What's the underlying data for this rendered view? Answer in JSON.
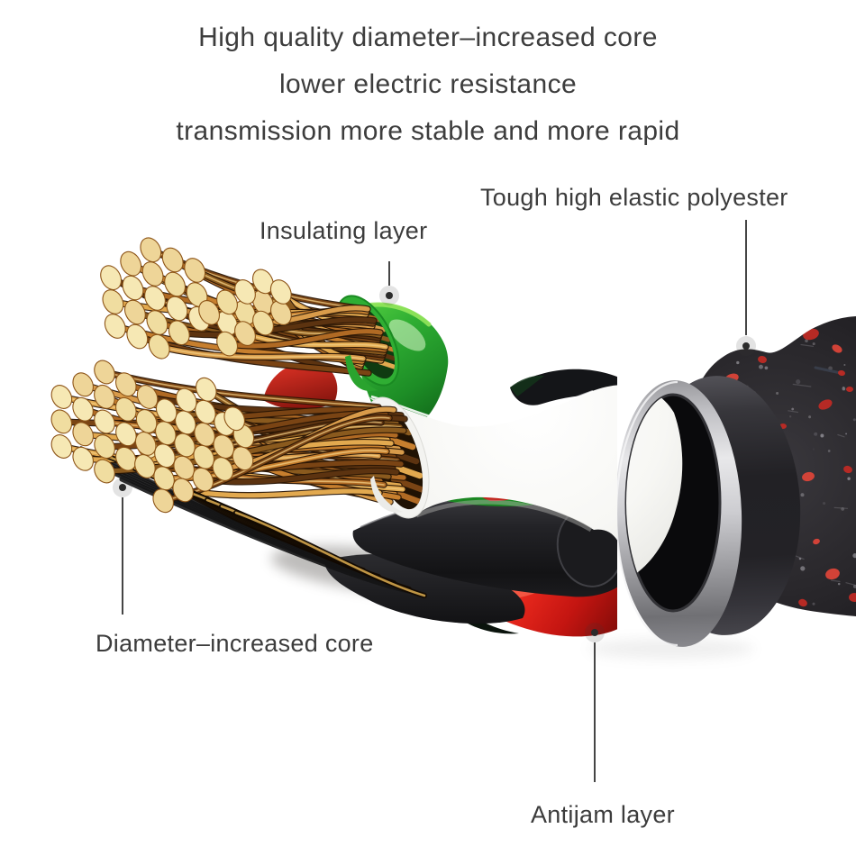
{
  "heading": {
    "line1": "High quality diameter–increased core",
    "line2": "lower electric resistance",
    "line3": "transmission more stable and more rapid"
  },
  "callouts": {
    "polyester": {
      "label": "Tough high elastic polyester"
    },
    "insulating": {
      "label": "Insulating layer"
    },
    "core": {
      "label": "Diameter–increased core"
    },
    "antijam": {
      "label": "Antijam layer"
    }
  },
  "colors": {
    "background": "#ffffff",
    "text": "#3d3d3d",
    "callout_line": "#454545",
    "copper": "#c08033",
    "copper_face": "#f2e0a4",
    "insulation_green": "#2fae33",
    "wire_red": "#e02018",
    "wire_white": "#f4f4f1",
    "wire_black": "#1b1b1d",
    "shield_silver": "#c9c9cd",
    "jacket_dark": "#2a292d",
    "braid_black": "#232226",
    "braid_fleck_red": "#c7302a"
  }
}
